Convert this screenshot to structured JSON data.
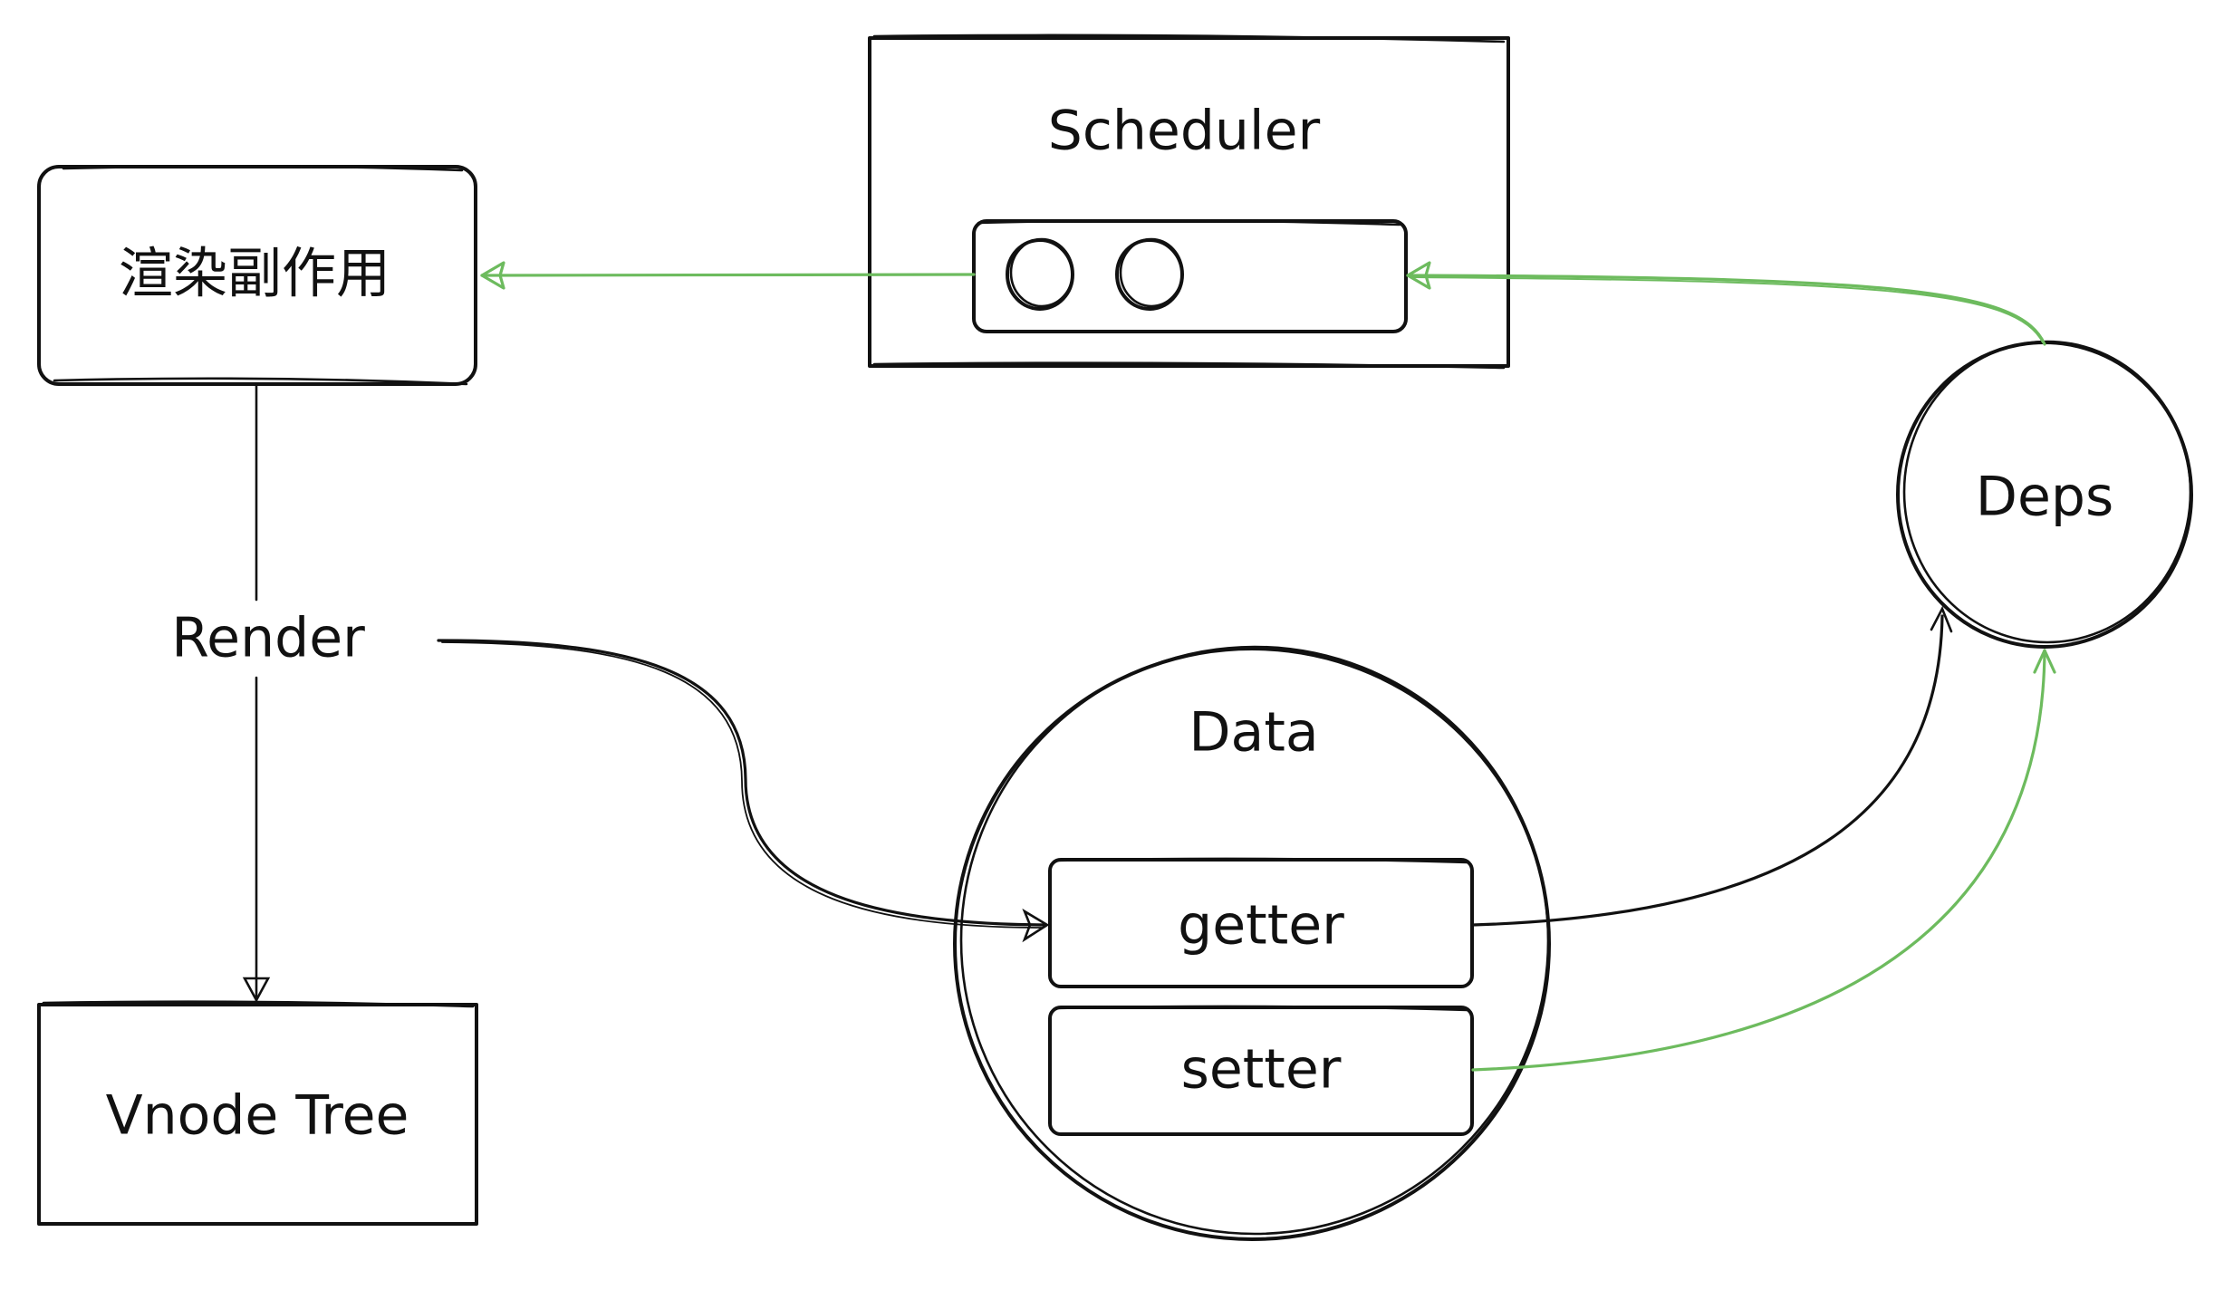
{
  "diagram": {
    "nodes": {
      "render_effect": {
        "label": "渲染副作用",
        "shape": "rounded-rectangle"
      },
      "scheduler": {
        "label": "Scheduler",
        "shape": "rectangle",
        "queue_items": 2
      },
      "deps": {
        "label": "Deps",
        "shape": "ellipse"
      },
      "render": {
        "label": "Render",
        "shape": "text"
      },
      "vnode_tree": {
        "label": "Vnode Tree",
        "shape": "rectangle"
      },
      "data": {
        "label": "Data",
        "shape": "ellipse"
      },
      "getter": {
        "label": "getter",
        "shape": "rounded-rectangle"
      },
      "setter": {
        "label": "setter",
        "shape": "rounded-rectangle"
      }
    },
    "edges": [
      {
        "from": "scheduler-queue",
        "to": "render_effect",
        "color": "#6dbb5e"
      },
      {
        "from": "deps",
        "to": "scheduler-queue",
        "color": "#6dbb5e"
      },
      {
        "from": "render_effect",
        "to": "vnode_tree",
        "via": "render",
        "color": "#111111"
      },
      {
        "from": "render",
        "to": "getter",
        "color": "#111111"
      },
      {
        "from": "getter",
        "to": "deps",
        "color": "#111111"
      },
      {
        "from": "setter",
        "to": "deps",
        "color": "#6dbb5e"
      }
    ],
    "colors": {
      "stroke": "#111111",
      "accent": "#6dbb5e",
      "background": "#ffffff"
    }
  }
}
